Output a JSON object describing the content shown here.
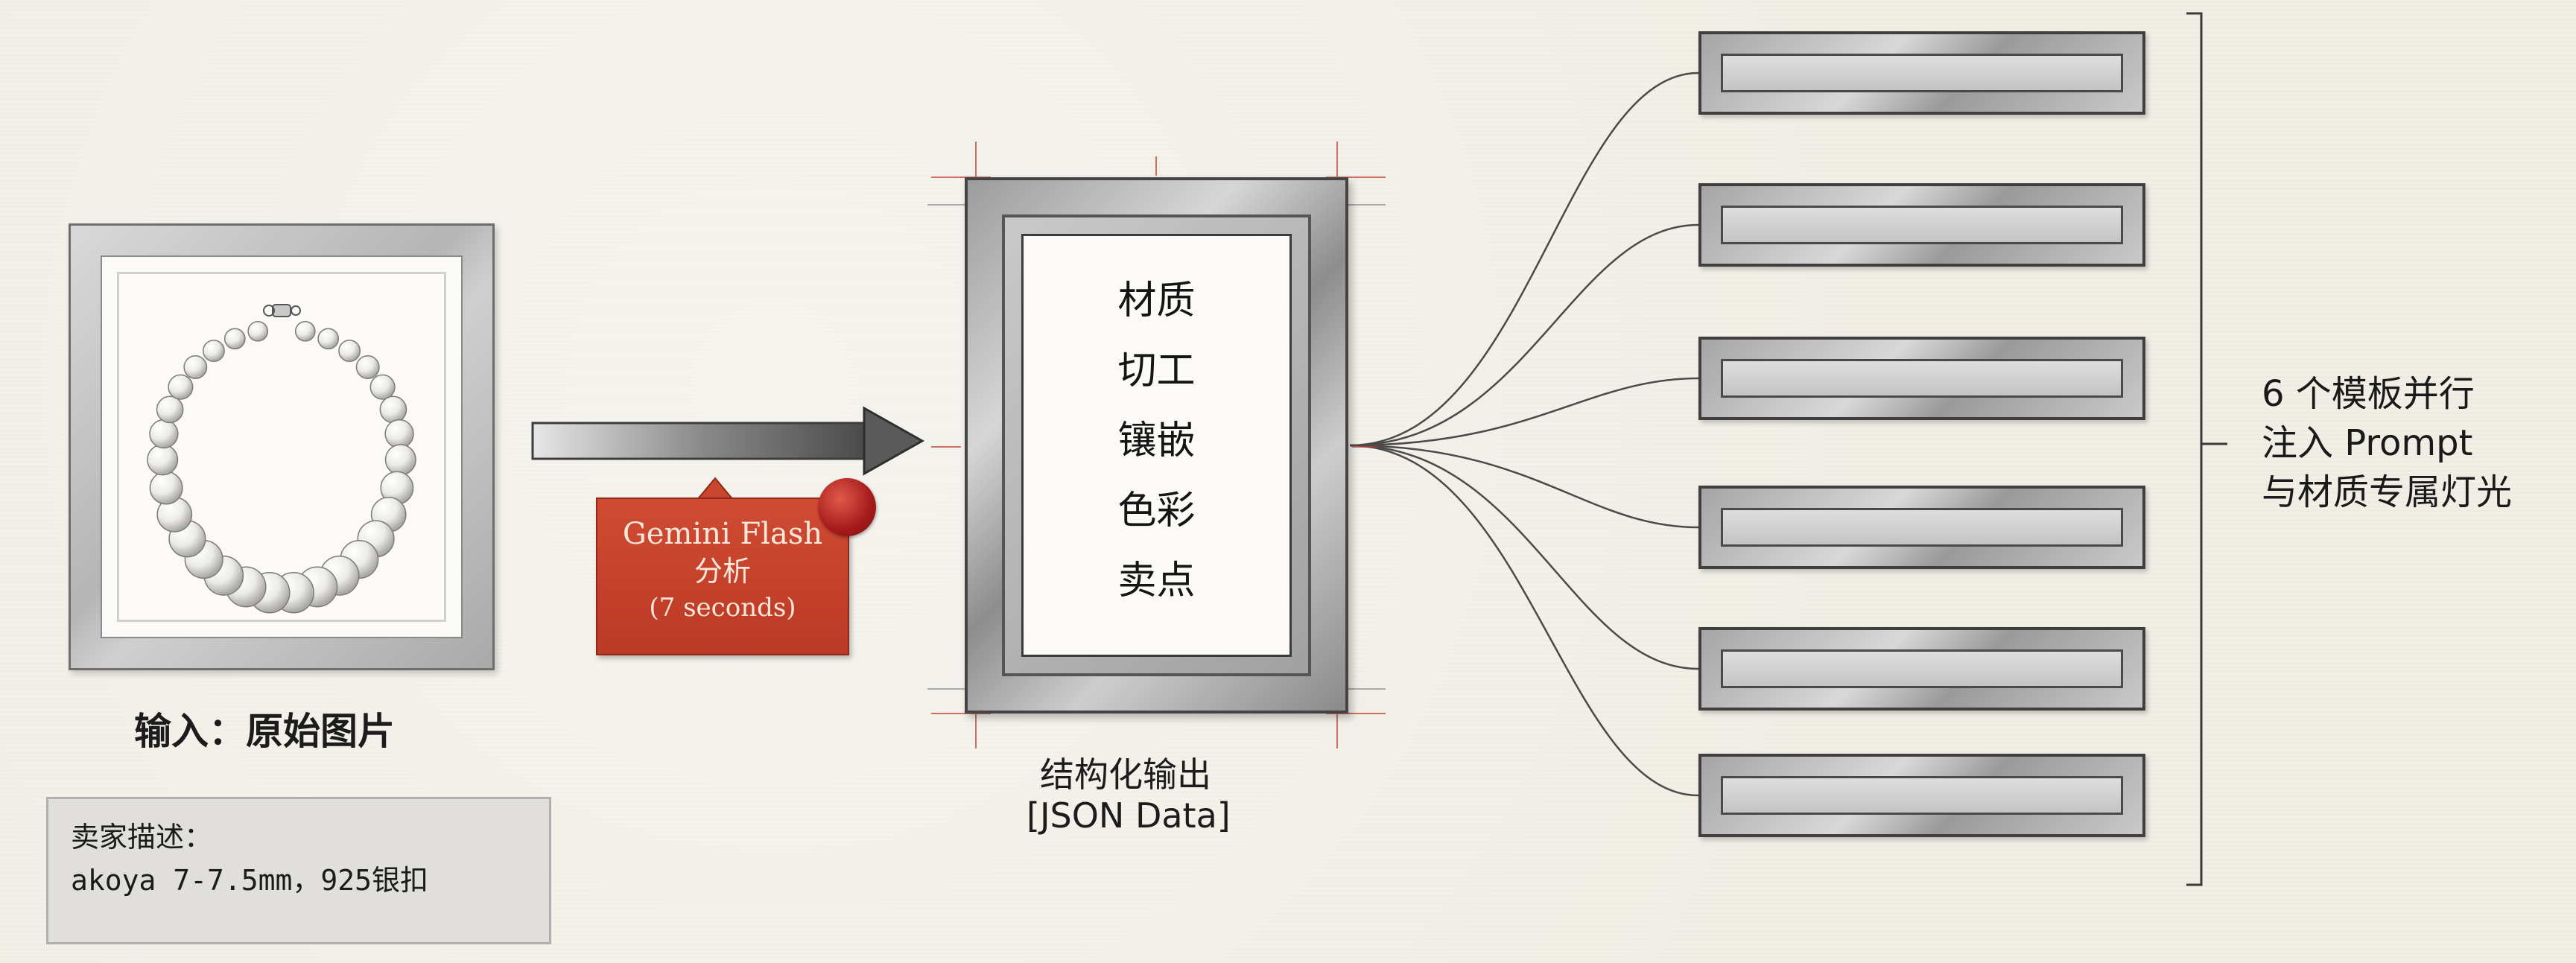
{
  "input": {
    "caption": "输入：原始图片",
    "icon": "pearl-necklace-icon"
  },
  "seller_description": {
    "line1": "卖家描述：",
    "line2": "akoya 7-7.5mm，925银扣"
  },
  "analysis": {
    "line1": "Gemini Flash",
    "line2": "分析",
    "line3": "(7 seconds)",
    "color": "#c4412b"
  },
  "structured_output": {
    "attributes": [
      "材质",
      "切工",
      "镶嵌",
      "色彩",
      "卖点"
    ],
    "caption_line1": "结构化输出",
    "caption_line2": "[JSON Data]"
  },
  "templates": {
    "count": 6,
    "line1": "6 个模板并行",
    "line2": "注入 Prompt",
    "line3": "与材质专属灯光"
  },
  "colors": {
    "background": "#f1eee6",
    "frame": "#9a9a9a",
    "seal": "#a61b1b",
    "guide_lines": "#c0392b"
  }
}
